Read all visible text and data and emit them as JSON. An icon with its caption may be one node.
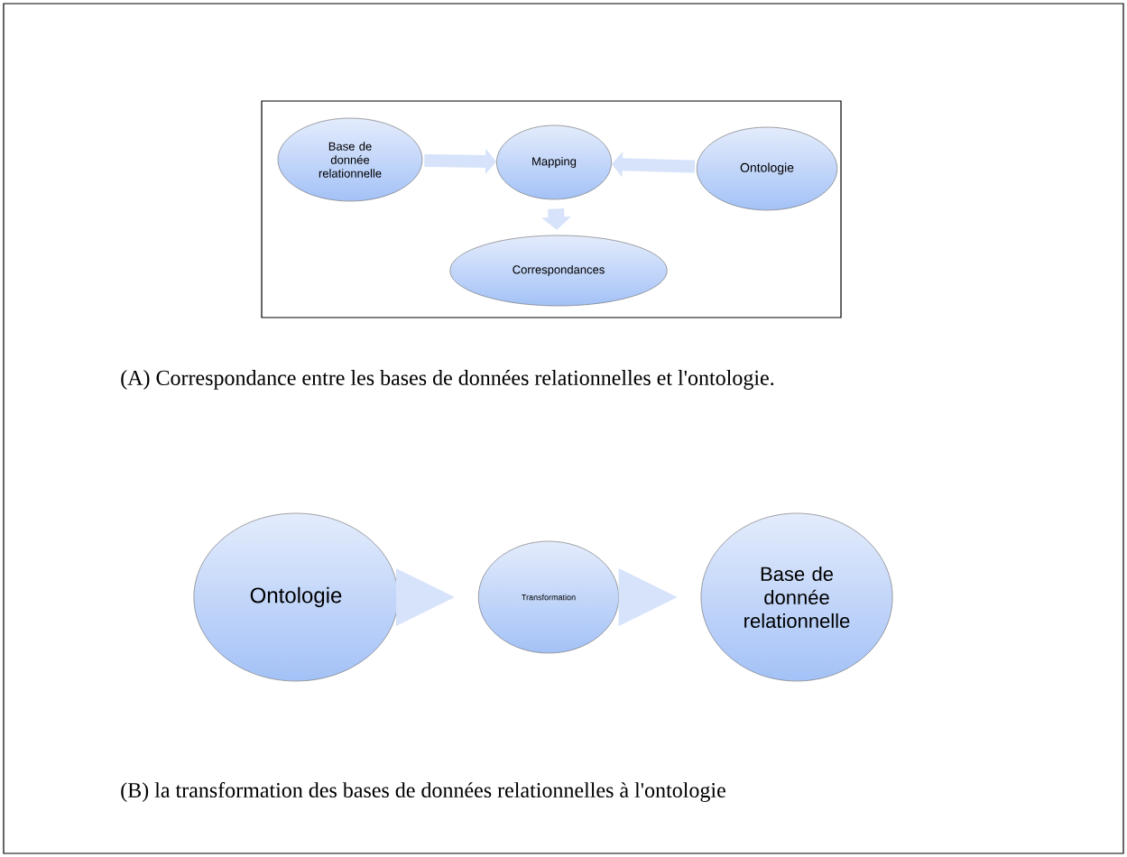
{
  "diagram": {
    "nodes": [
      {
        "text": [],
        "shape": "box"
      },
      {
        "text": [
          "Base de donnée relationnelle"
        ],
        "in": 0
      },
      {
        "text": [
          "Mapping"
        ],
        "in": 0
      },
      {
        "text": [
          "Ontologie"
        ],
        "in": 0
      },
      {
        "text": [
          "Correspondances"
        ],
        "in": 0
      },
      {
        "text": [
          "Ontologie"
        ]
      },
      {
        "text": [
          "Transformation"
        ]
      },
      {
        "text": [
          "Base de donnée relationnelle"
        ]
      }
    ],
    "edges": [
      {
        "from": 1,
        "to": 2,
        "arrow": "to"
      },
      {
        "from": 3,
        "to": 2,
        "arrow": "to"
      },
      {
        "from": 2,
        "to": 4,
        "arrow": "to"
      },
      {
        "from": 5,
        "to": 6,
        "arrow": "to"
      },
      {
        "from": 6,
        "to": 7,
        "arrow": "to"
      }
    ],
    "labels": [
      "(A) Correspondance entre les bases de données relationnelles et  l'ontologie.",
      "(B) la transformation des bases de données relationnelles à l'ontologie"
    ]
  }
}
